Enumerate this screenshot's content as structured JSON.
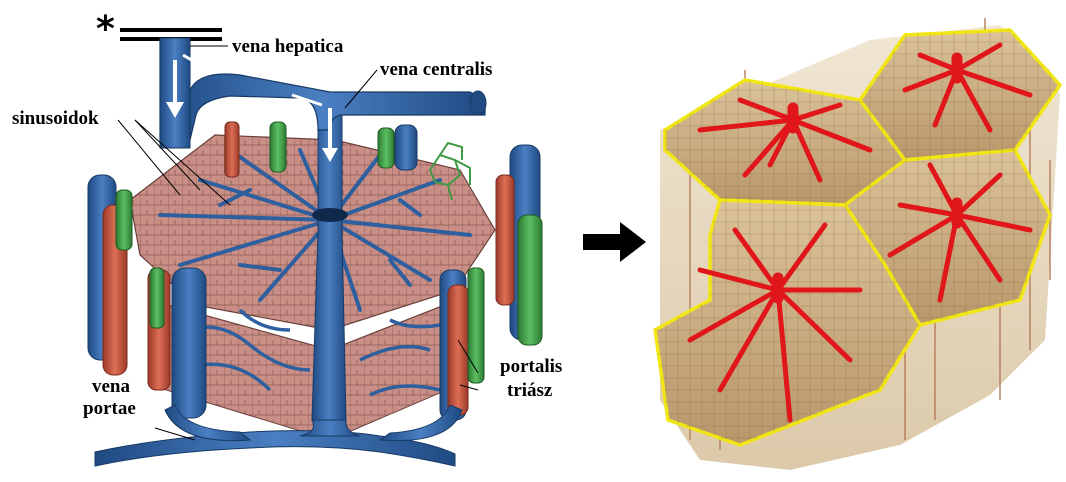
{
  "left_figure": {
    "marker": "*",
    "labels": {
      "vena_hepatica": "vena hepatica",
      "vena_centralis": "vena centralis",
      "sinusoidok": "sinusoidok",
      "vena_portae_1": "vena",
      "vena_portae_2": "portae",
      "portalis_triasz_1": "portalis",
      "portalis_triasz_2": "triász"
    },
    "colors": {
      "vein_blue": "#2e5f9e",
      "artery_red": "#c8553d",
      "bile_green": "#3f9a45",
      "parenchyma_pink": "#c98f86"
    }
  },
  "arrow": {
    "icon": "right-arrow-icon",
    "color": "#000000"
  },
  "right_figure": {
    "lobule_count": 4,
    "colors": {
      "outline": "#f2e614",
      "central_vein": "#e0161a",
      "tissue": "#c9ac7c"
    }
  }
}
